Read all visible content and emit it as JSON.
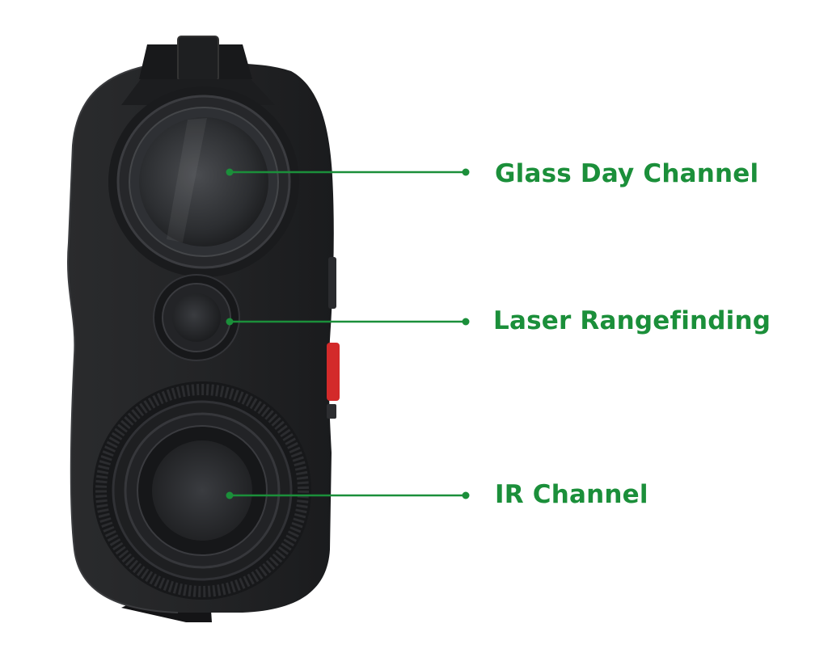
{
  "accent_color": "#1b8f3a",
  "device": {
    "body_color": "#202123",
    "button_color": "#d32a2a"
  },
  "callouts": [
    {
      "id": "glass-day-channel",
      "label": "Glass Day Channel"
    },
    {
      "id": "laser-rangefinding",
      "label": "Laser Rangefinding"
    },
    {
      "id": "ir-channel",
      "label": "IR Channel"
    }
  ]
}
